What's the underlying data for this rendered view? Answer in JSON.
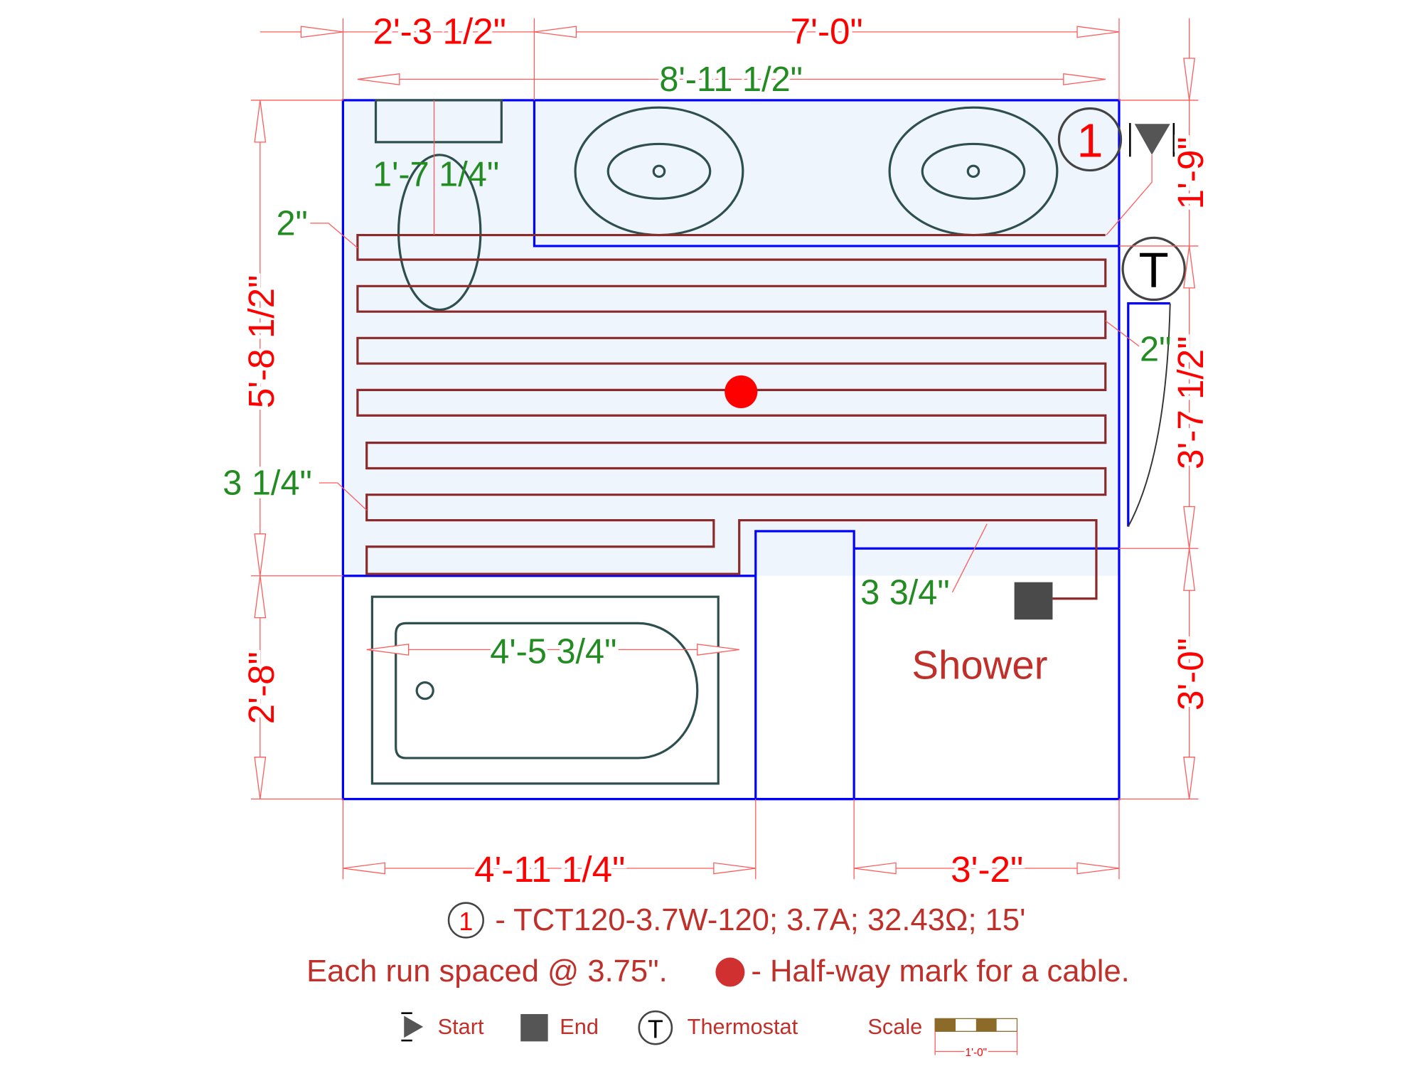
{
  "dimensions": {
    "top_left": "2'-3 1/2\"",
    "top_right": "7'-0\"",
    "inner_width": "8'-11 1/2\"",
    "toilet_offset": "1'-7 1/4\"",
    "left_gap_top": "2\"",
    "left_height": "5'-8 1/2\"",
    "left_gap_bottom": "3 1/4\"",
    "tub_height": "2'-8\"",
    "tub_width": "4'-5 3/4\"",
    "bottom_left": "4'-11 1/4\"",
    "bottom_right": "3'-2\"",
    "shower_gap": "3 3/4\"",
    "right_top": "1'-9\"",
    "right_gap": "2\"",
    "right_mid": "3'-7 1/2\"",
    "right_bottom": "3'-0\""
  },
  "room_labels": {
    "shower": "Shower"
  },
  "markers": {
    "cable_number": "1",
    "thermostat": "T"
  },
  "legend": {
    "cable_number": "1",
    "cable_spec": "- TCT120-3.7W-120; 3.7A; 32.43Ω; 15'",
    "spacing": "Each run spaced @ 3.75\".",
    "halfway": "- Half-way mark for a cable.",
    "start": "Start",
    "end": "End",
    "thermostat_symbol": "T",
    "thermostat": "Thermostat",
    "scale": "Scale",
    "scale_length": "1'-0\""
  },
  "colors": {
    "wall": "#0000ff",
    "cable": "#8b2a2a",
    "dimension": "#ff0000",
    "inner_dimension": "#228b22",
    "legend_text": "#c0302a"
  }
}
